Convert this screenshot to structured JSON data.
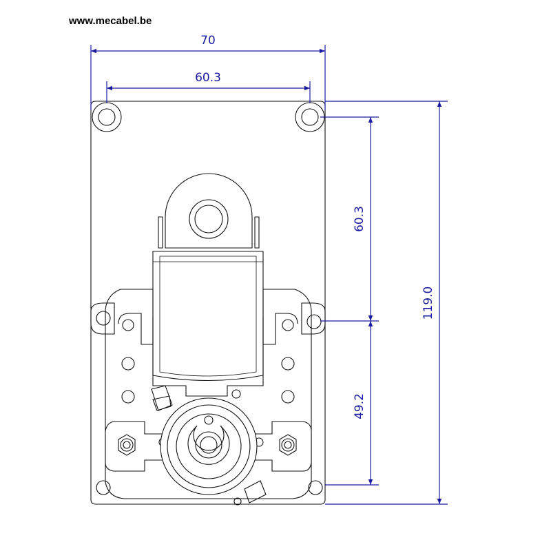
{
  "header": {
    "website": "www.mecabel.be"
  },
  "dimensions": {
    "overall_width": "70",
    "hole_spacing_horizontal": "60.3",
    "hole_spacing_vertical_upper": "60.3",
    "overall_height": "119.0",
    "hole_spacing_vertical_lower": "49.2"
  },
  "colors": {
    "dimension": "#1a1aa0",
    "outline": "#111111"
  }
}
